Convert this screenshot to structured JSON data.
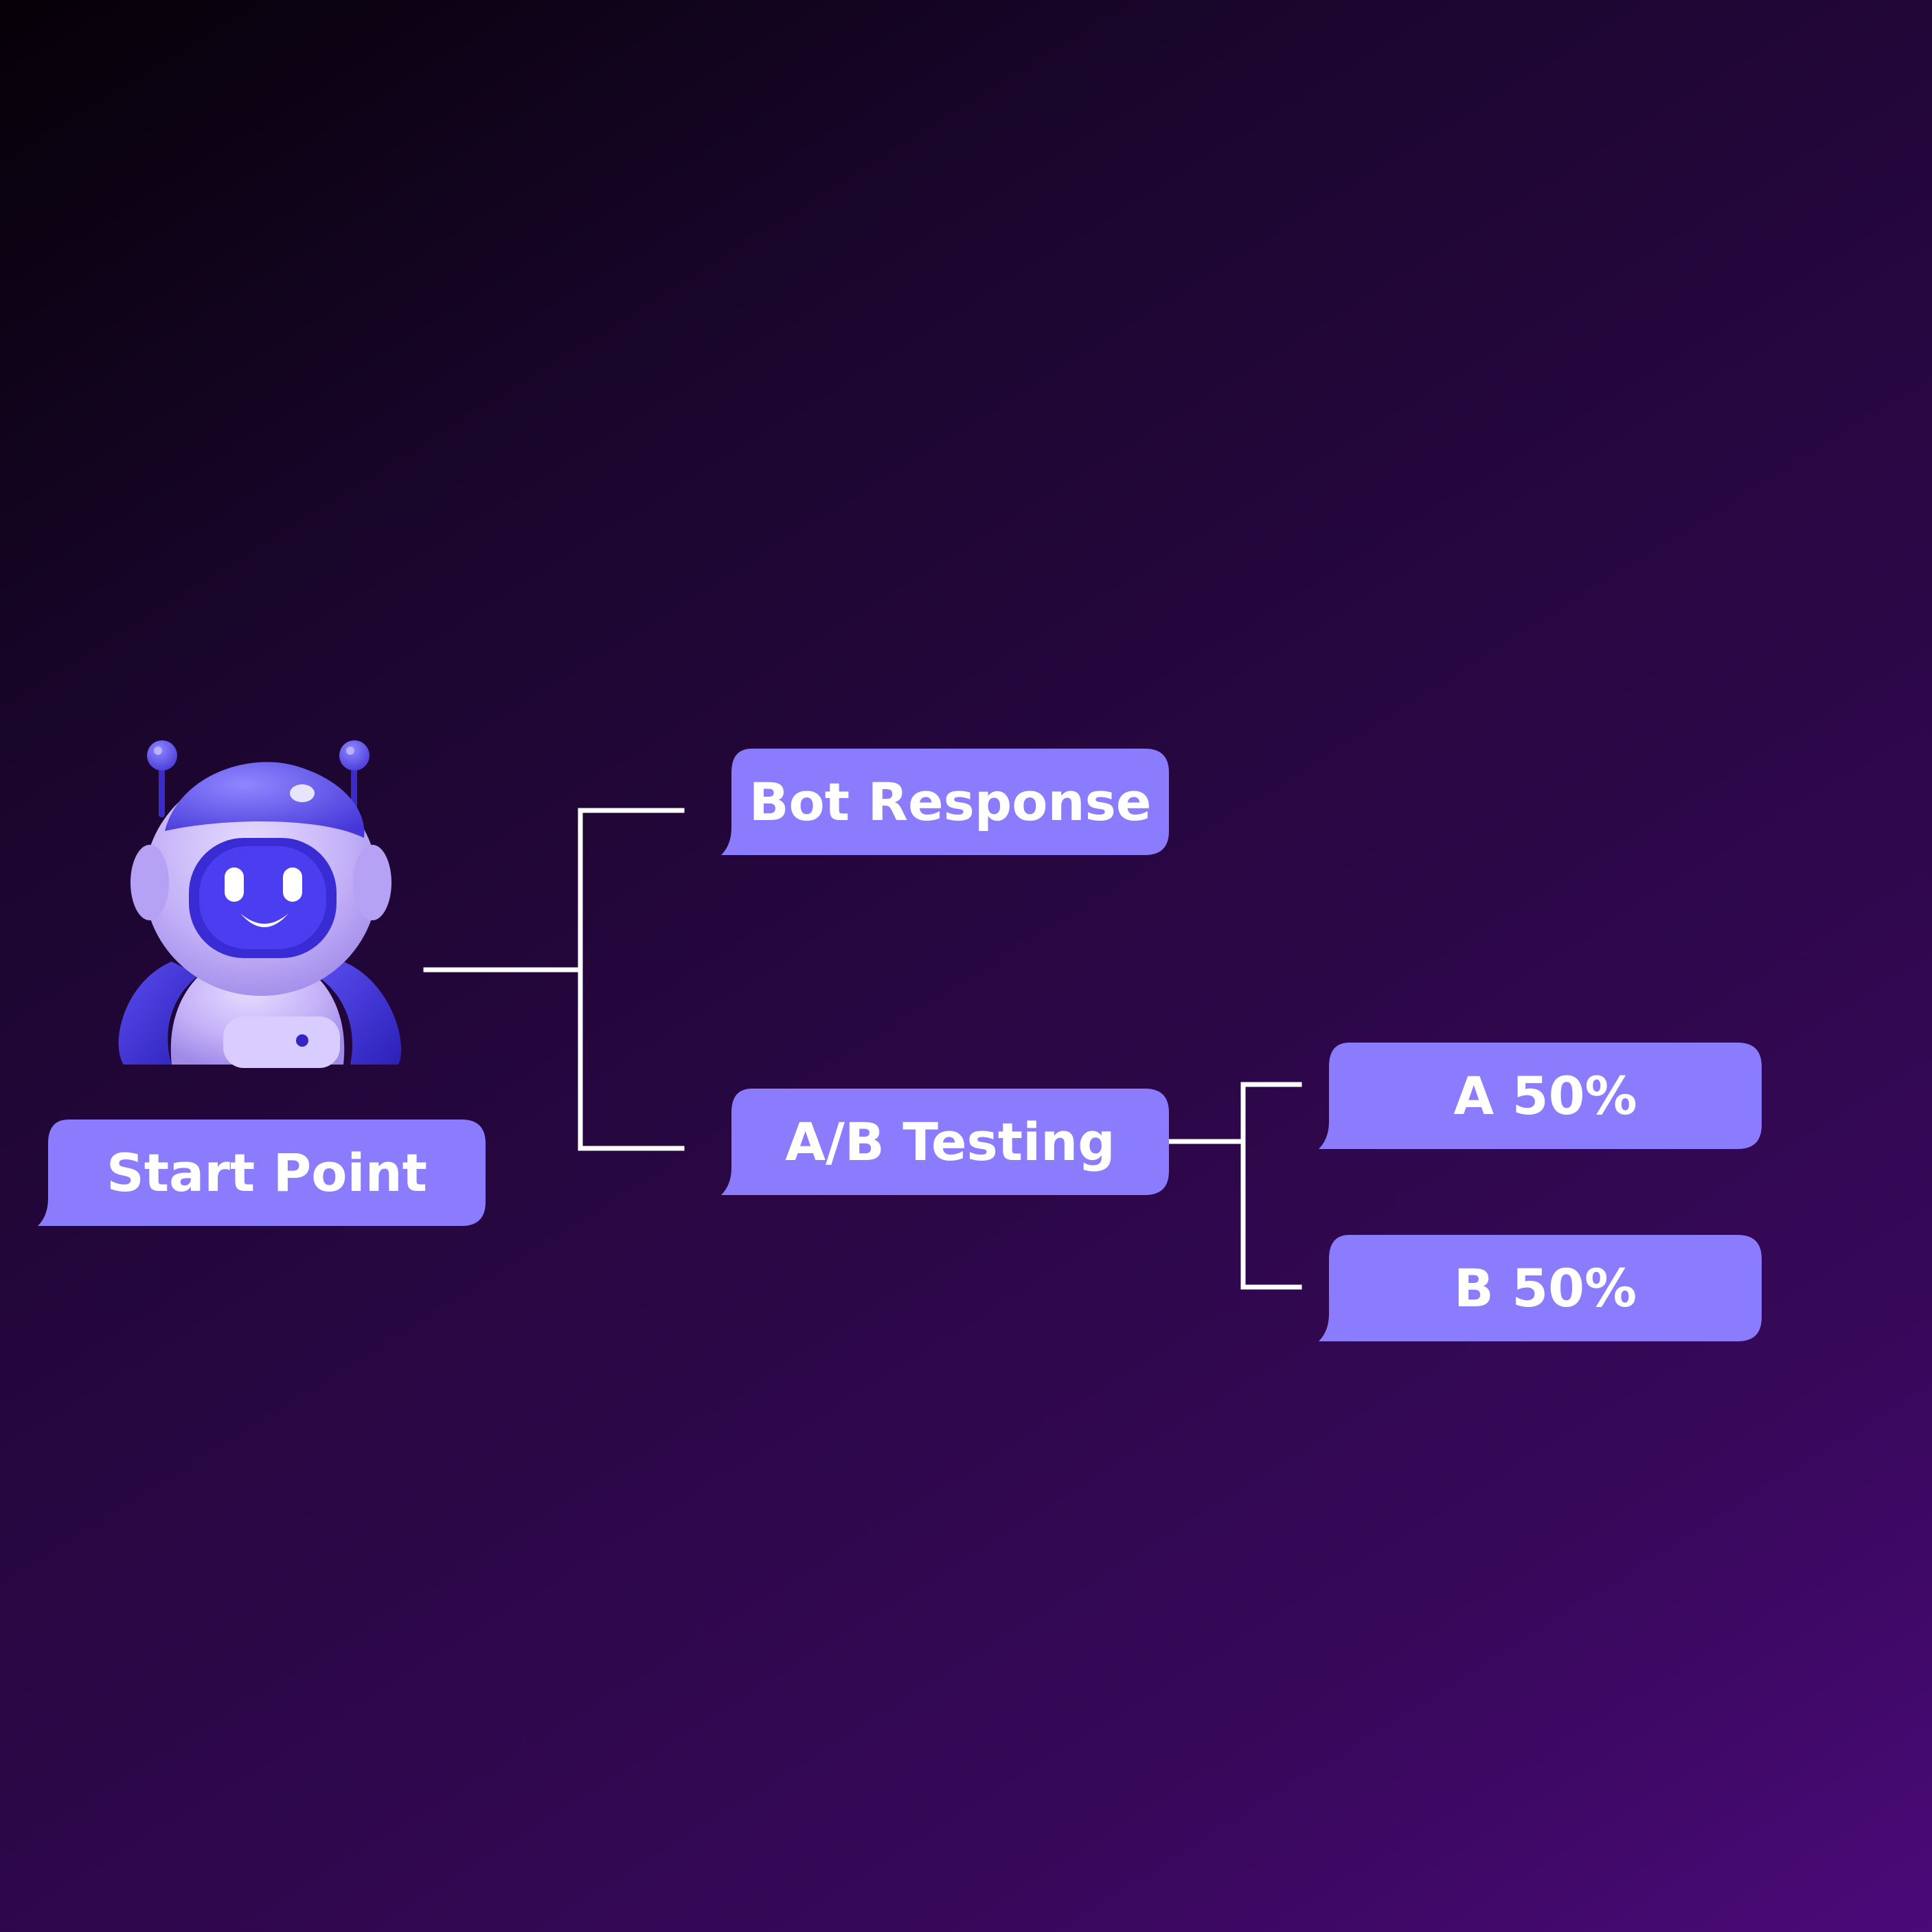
{
  "diagram": {
    "nodes": {
      "start": {
        "label": "Start Point"
      },
      "bot_response": {
        "label": "Bot Response"
      },
      "ab_testing": {
        "label": "A/B Testing"
      },
      "variant_a": {
        "label": "A 50%"
      },
      "variant_b": {
        "label": "B 50%"
      }
    },
    "edges": [
      {
        "from": "start",
        "to": "bot_response"
      },
      {
        "from": "start",
        "to": "ab_testing"
      },
      {
        "from": "ab_testing",
        "to": "variant_a"
      },
      {
        "from": "ab_testing",
        "to": "variant_b"
      }
    ],
    "illustration": {
      "icon": "robot-mascot-icon"
    }
  },
  "colors": {
    "node_fill": "#8a7cfc",
    "node_text": "#ffffff",
    "connector": "#ffffff",
    "background_start": "#050107",
    "background_end": "#4a0a78",
    "robot_body": "#c8b6fb",
    "robot_accent": "#4a3ae0"
  }
}
